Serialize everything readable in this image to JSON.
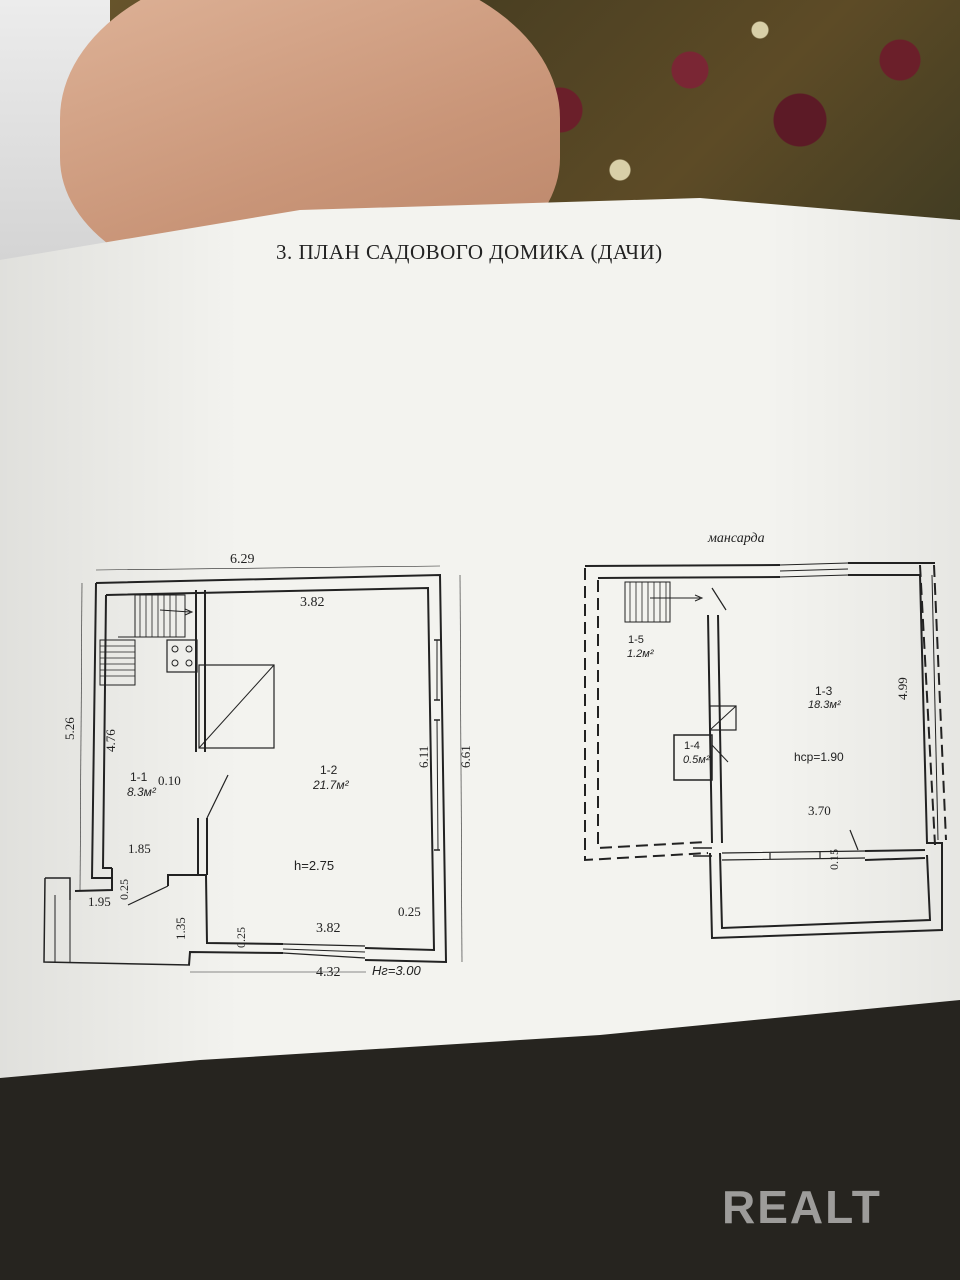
{
  "title": "3. ПЛАН САДОВОГО ДОМИКА (ДАЧИ)",
  "watermark": "REALT",
  "ground_floor": {
    "dims": {
      "top_total": "6.29",
      "top_inner": "3.82",
      "left_outer": "5.26",
      "left_inner": "4.76",
      "right_inner": "6.11",
      "right_outer": "6.61",
      "bottom_inner": "3.82",
      "bottom_outer": "4.32",
      "d_185": "1.85",
      "d_195": "1.95",
      "d_025a": "0.25",
      "d_025b": "0.25",
      "d_025c": "0.25",
      "d_135": "1.35",
      "d_010": "0.10"
    },
    "room_1_1": {
      "id": "1-1",
      "area": "8.3м²"
    },
    "room_1_2": {
      "id": "1-2",
      "area": "21.7м²",
      "height": "h=2.75"
    },
    "h_total": "Hг=3.00"
  },
  "attic": {
    "label": "мансарда",
    "room_1_3": {
      "id": "1-3",
      "area": "18.3м²",
      "height": "hср=1.90"
    },
    "room_1_4": {
      "id": "1-4",
      "area": "0.5м²"
    },
    "room_1_5": {
      "id": "1-5",
      "area": "1.2м²"
    },
    "dims": {
      "right": "4.99",
      "bottom": "3.70",
      "small": "0.15"
    }
  }
}
